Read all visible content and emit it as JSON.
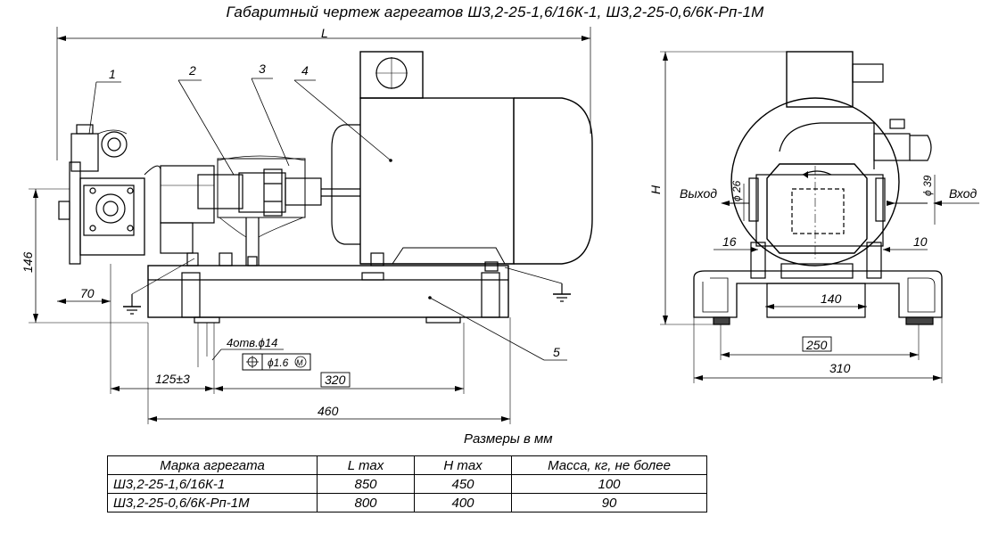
{
  "title": "Габаритный чертеж агрегатов Ш3,2-25-1,6/16К-1, Ш3,2-25-0,6/6К-Рп-1М",
  "callouts": [
    "1",
    "2",
    "3",
    "4",
    "5"
  ],
  "dimensions": {
    "L": "L",
    "H": "H",
    "d146": "146",
    "d70": "70",
    "holes": "4отв.ϕ14",
    "tolerance": "ϕ1.6",
    "tolerance_mod": "M",
    "d125": "125±3",
    "d320": "320",
    "d460": "460",
    "d26": "ϕ 26",
    "d39": "ϕ 39",
    "d16": "16",
    "d10": "10",
    "d140": "140",
    "d250": "250",
    "d310": "310"
  },
  "flow": {
    "outlet": "Выход",
    "inlet": "Вход"
  },
  "units_label": "Размеры в мм",
  "table": {
    "headers": [
      "Марка агрегата",
      "L max",
      "H max",
      "Масса, кг, не более"
    ],
    "rows": [
      [
        "Ш3,2-25-1,6/16К-1",
        "850",
        "450",
        "100"
      ],
      [
        "Ш3,2-25-0,6/6К-Рп-1М",
        "800",
        "400",
        "90"
      ]
    ]
  }
}
